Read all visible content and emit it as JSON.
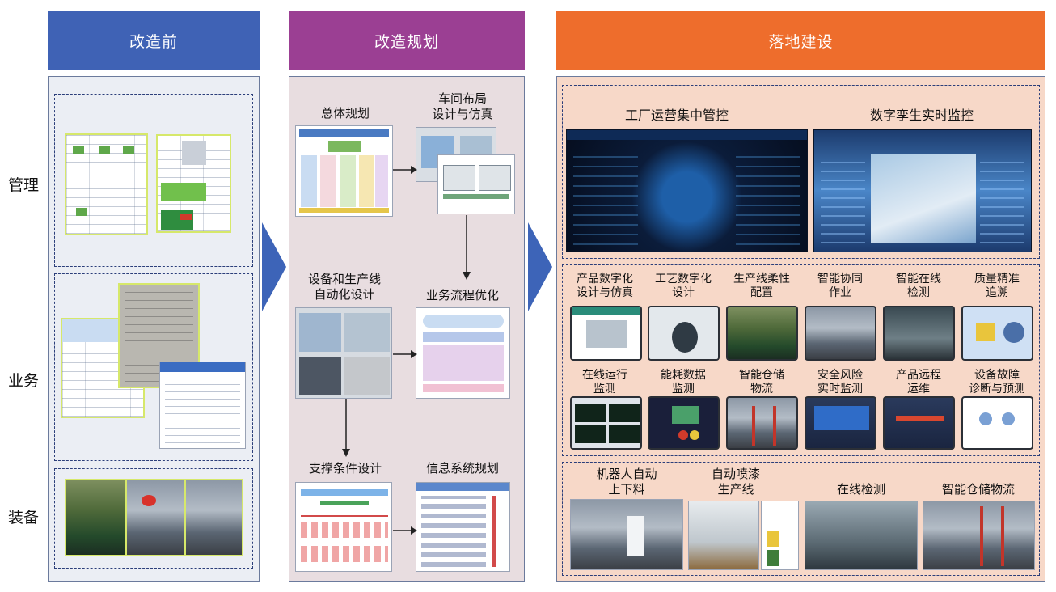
{
  "columns": {
    "before": "改造前",
    "plan": "改造规划",
    "build": "落地建设"
  },
  "rows": {
    "manage": "管理",
    "business": "业务",
    "equipment": "装备"
  },
  "plan": {
    "overall": "总体规划",
    "layout": [
      "车间布局",
      "设计与仿真"
    ],
    "equipment_design": [
      "设备和生产线",
      "自动化设计"
    ],
    "process_opt": "业务流程优化",
    "support": "支撑条件设计",
    "info_system": "信息系统规划"
  },
  "build": {
    "top": [
      "工厂运营集中管控",
      "数字孪生实时监控"
    ],
    "mid_row1": [
      [
        "产品数字化",
        "设计与仿真"
      ],
      [
        "工艺数字化",
        "设计"
      ],
      [
        "生产线柔性",
        "配置"
      ],
      [
        "智能协同",
        "作业"
      ],
      [
        "智能在线",
        "检测"
      ],
      [
        "质量精准",
        "追溯"
      ]
    ],
    "mid_row2": [
      [
        "在线运行",
        "监测"
      ],
      [
        "能耗数据",
        "监测"
      ],
      [
        "智能仓储",
        "物流"
      ],
      [
        "安全风险",
        "实时监测"
      ],
      [
        "产品远程",
        "运维"
      ],
      [
        "设备故障",
        "诊断与预测"
      ]
    ],
    "bottom": [
      [
        "机器人自动",
        "上下料"
      ],
      [
        "自动喷漆",
        "生产线"
      ],
      [
        "在线检测",
        ""
      ],
      [
        "智能仓储物流",
        ""
      ]
    ]
  },
  "colors": {
    "before_header": "#3f62b5",
    "plan_header": "#9b3f93",
    "build_header": "#ee6d2c",
    "arrow": "#3d64b8"
  }
}
